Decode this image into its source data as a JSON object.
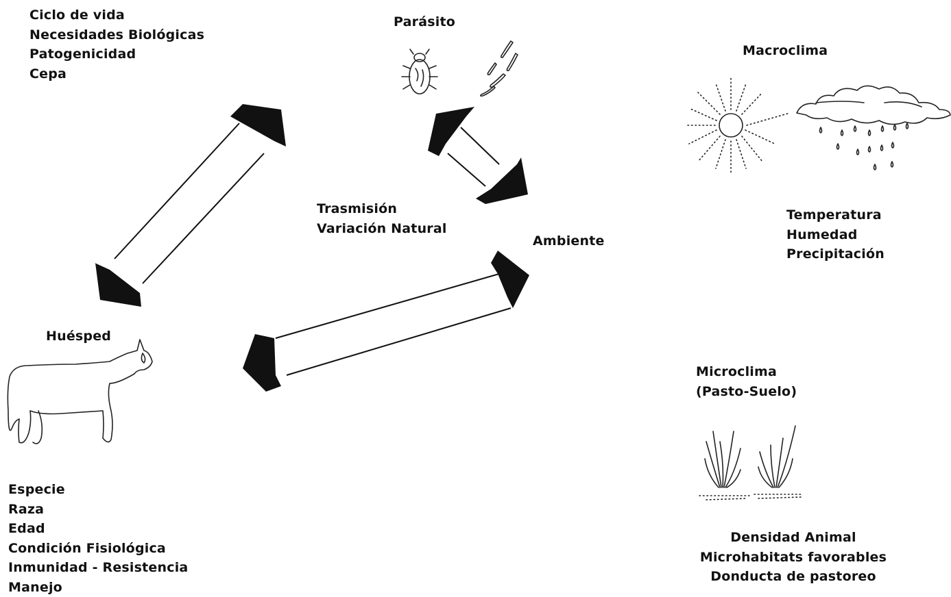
{
  "parasito": {
    "label": "Parásito",
    "traits": [
      "Ciclo de vida",
      "Necesidades Biológicas",
      "Patogenicidad",
      "Cepa"
    ]
  },
  "huesped": {
    "label": "Huésped",
    "traits": [
      "Especie",
      "Raza",
      "Edad",
      "Condición Fisiológica",
      "Inmunidad - Resistencia",
      "Manejo"
    ]
  },
  "center": {
    "lines": [
      "Trasmisión",
      "Variación Natural"
    ]
  },
  "ambiente": {
    "label": "Ambiente"
  },
  "macroclima": {
    "label": "Macroclima",
    "factors": [
      "Temperatura",
      "Humedad",
      "Precipitación"
    ]
  },
  "microclima": {
    "label": "Microclima",
    "sublabel": "(Pasto-Suelo)",
    "factors": [
      "Densidad Animal",
      "Microhabitats favorables",
      "Donducta de pastoreo"
    ]
  },
  "icons": [
    "tick-icon",
    "larvae-icon",
    "sun-icon",
    "rain-cloud-icon",
    "sheep-icon",
    "grass-icon"
  ]
}
